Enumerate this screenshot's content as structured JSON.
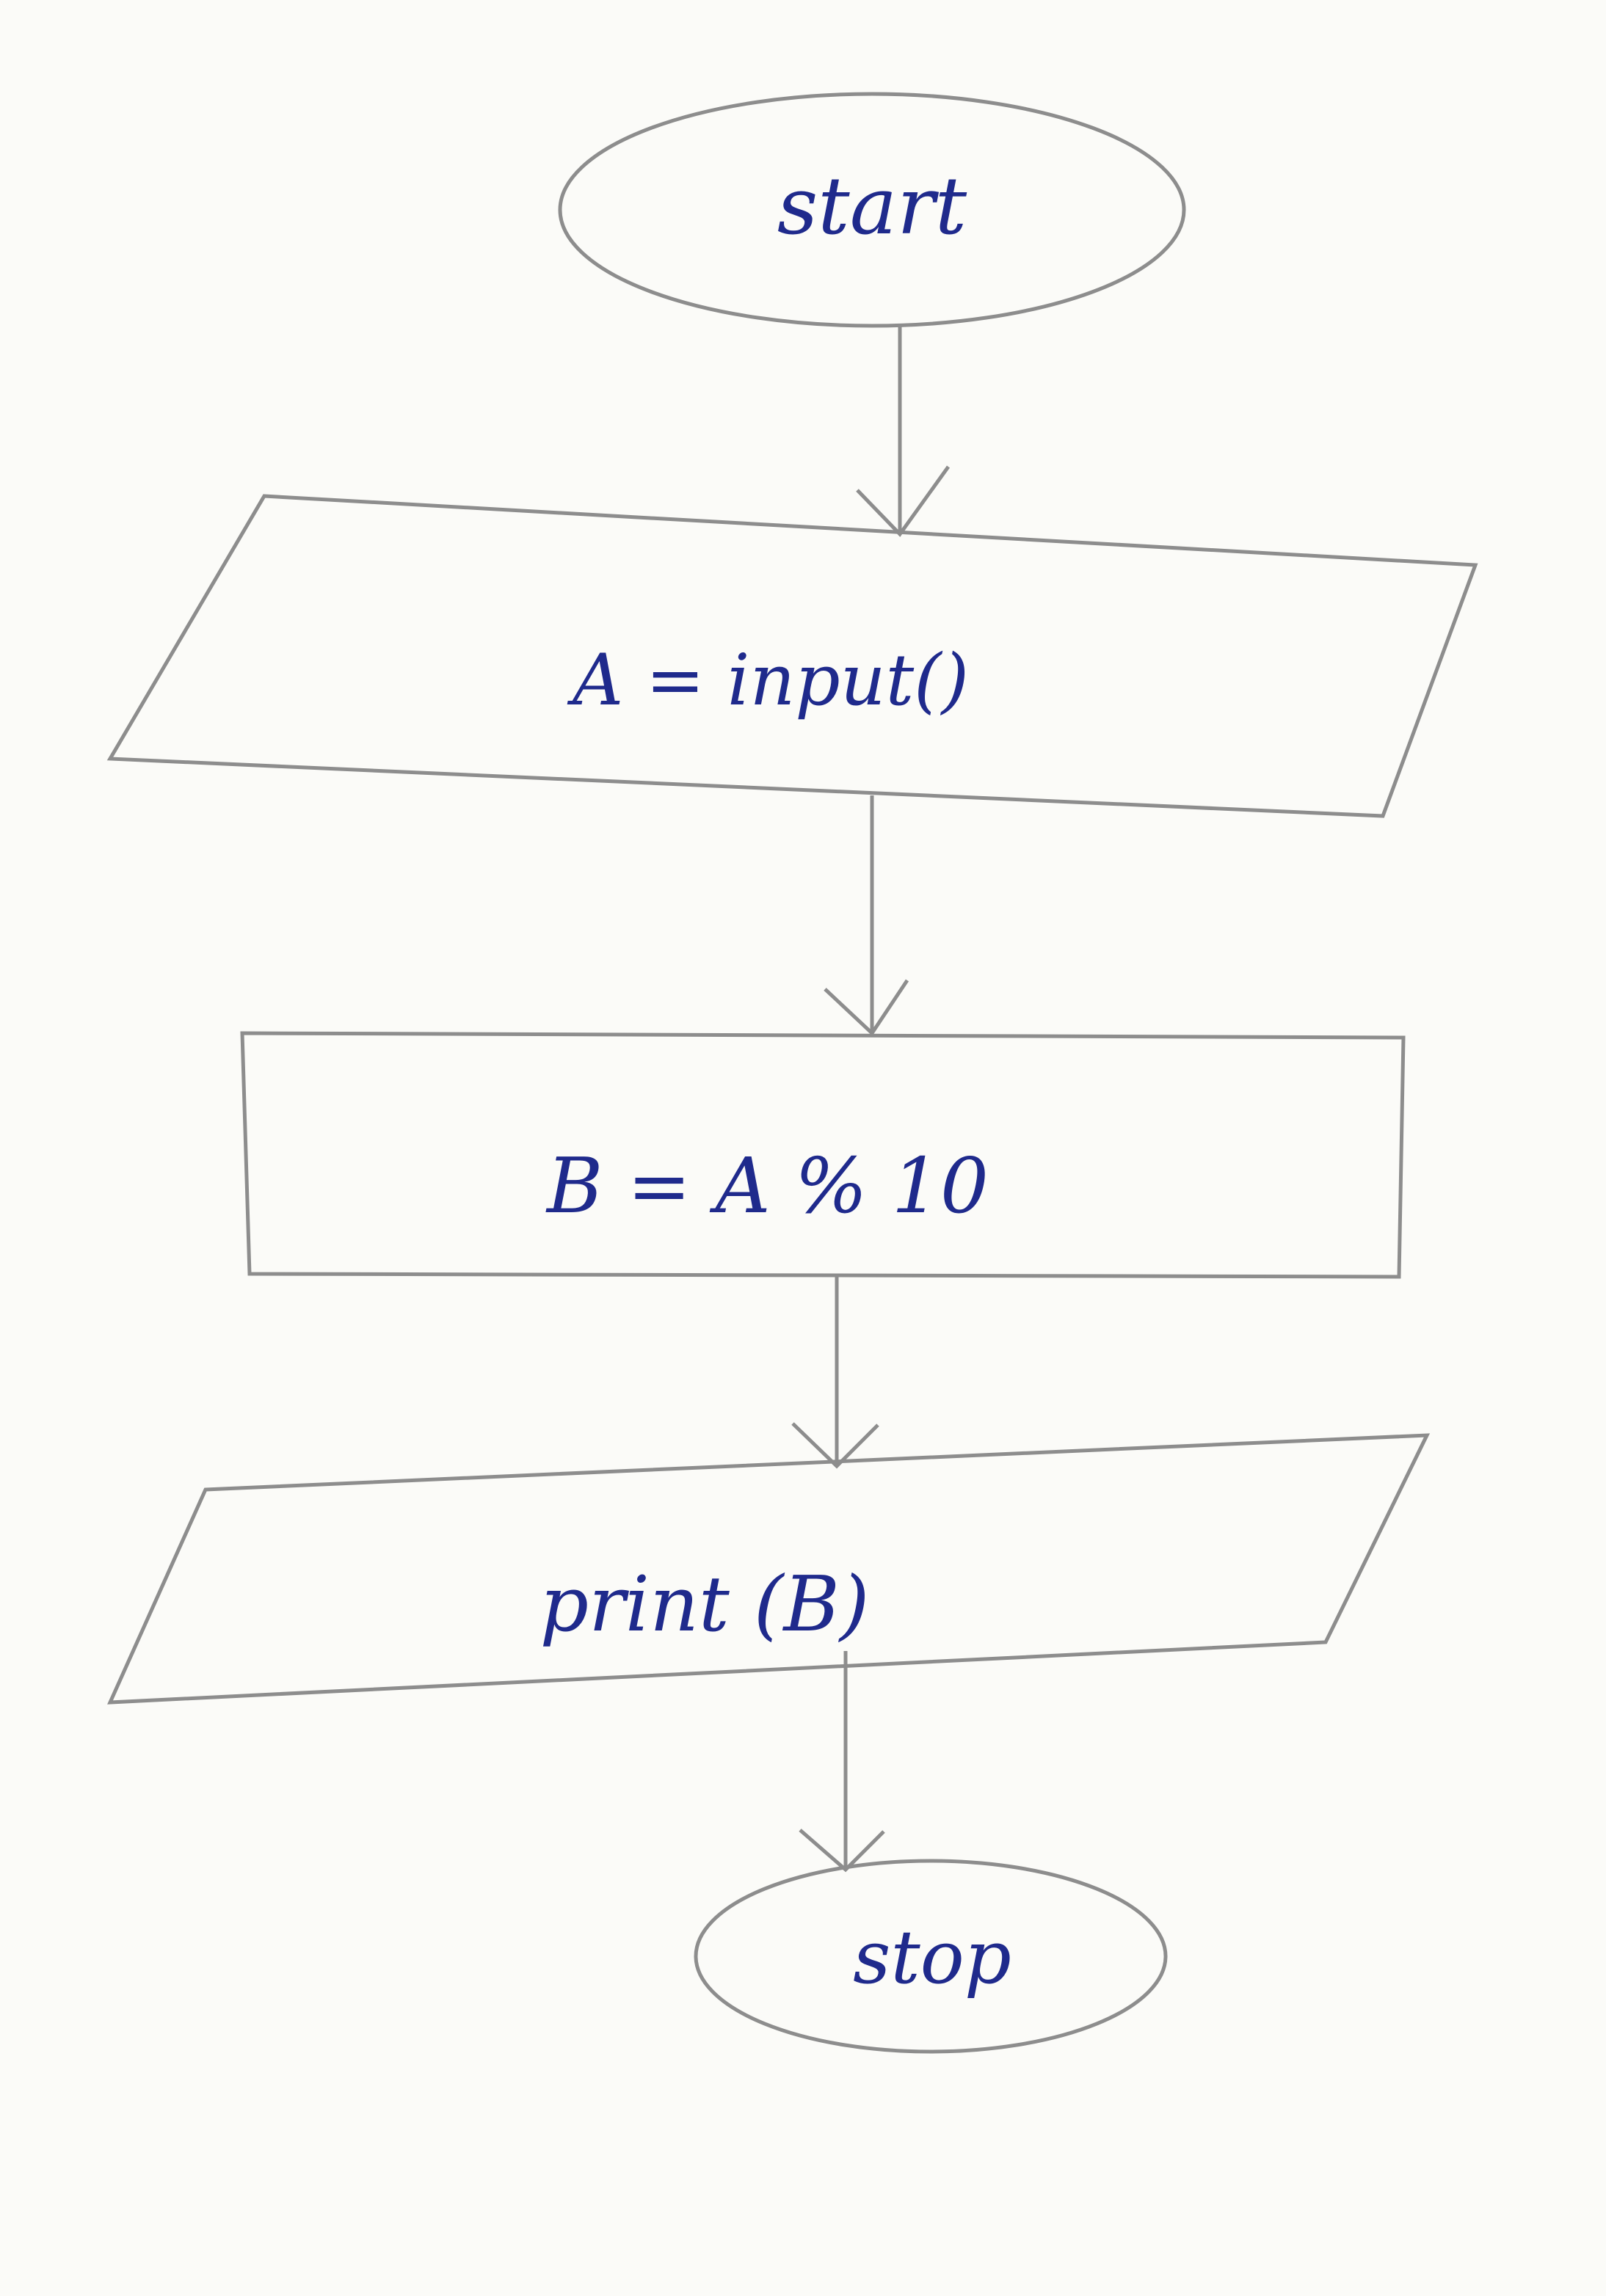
{
  "flowchart": {
    "start_label": "start",
    "input_label": "A = input()",
    "process_label": "B = A % 10",
    "output_label": "print (B)",
    "stop_label": "stop"
  },
  "colors": {
    "paper": "#fbfbf8",
    "pencil": "#8d8d8d",
    "ink": "#1f2a8c"
  }
}
